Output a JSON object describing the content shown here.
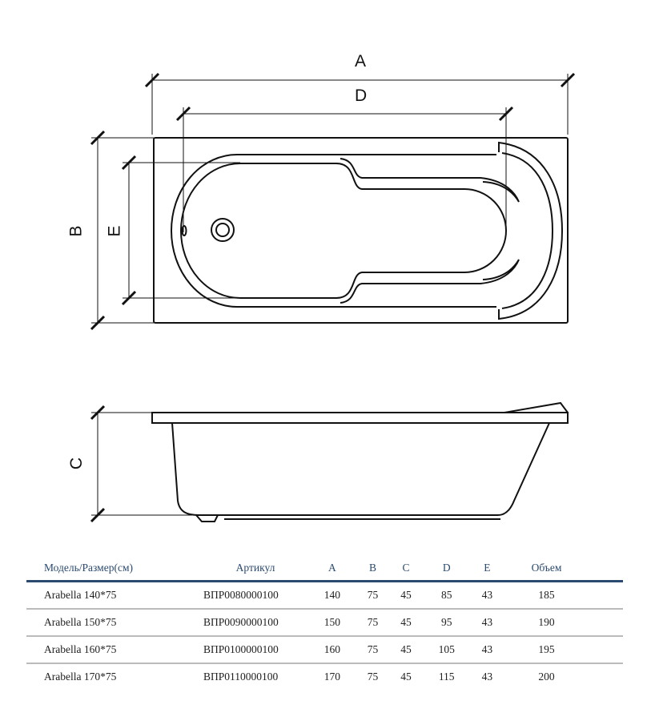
{
  "dimension_labels": {
    "A": "A",
    "B": "B",
    "C": "C",
    "D": "D",
    "E": "E"
  },
  "table": {
    "headers": [
      "Модель/Размер(см)",
      "Артикул",
      "A",
      "B",
      "C",
      "D",
      "E",
      "Объем"
    ],
    "rows": [
      [
        "Arabella 140*75",
        "ВПР0080000100",
        "140",
        "75",
        "45",
        "85",
        "43",
        "185"
      ],
      [
        "Arabella 150*75",
        "ВПР0090000100",
        "150",
        "75",
        "45",
        "95",
        "43",
        "190"
      ],
      [
        "Arabella 160*75",
        "ВПР0100000100",
        "160",
        "75",
        "45",
        "105",
        "43",
        "195"
      ],
      [
        "Arabella 170*75",
        "ВПР0110000100",
        "170",
        "75",
        "45",
        "115",
        "43",
        "200"
      ]
    ]
  },
  "colors": {
    "header": "#2b4a6f",
    "line": "#111111"
  }
}
